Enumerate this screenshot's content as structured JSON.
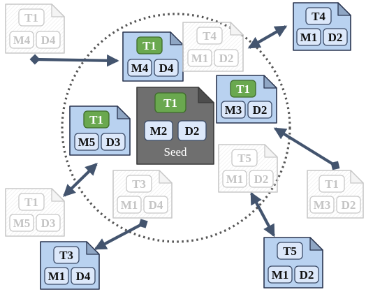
{
  "colors": {
    "doc_blue": "#b9d2f0",
    "doc_blue_stroke": "#2a3550",
    "chip_blue": "#dce8fa",
    "topic_green": "#6aa84f",
    "seed_gray": "#6f6f6f",
    "faded_stroke": "#c8c8c8",
    "arrow": "#43546e",
    "circle": "#555555"
  },
  "documents": [
    {
      "id": "faded-t1-m4-d4",
      "style": "faded",
      "topic": "T1",
      "m": "M4",
      "d": "D4"
    },
    {
      "id": "active-t1-m4-d4",
      "style": "active",
      "topic": "T1",
      "m": "M4",
      "d": "D4"
    },
    {
      "id": "faded-t4-m1-d2",
      "style": "faded",
      "topic": "T4",
      "m": "M1",
      "d": "D2"
    },
    {
      "id": "remote-t4-m1-d2",
      "style": "remote",
      "topic": "T4",
      "m": "M1",
      "d": "D2"
    },
    {
      "id": "seed",
      "style": "seed",
      "topic": "T1",
      "m": "M2",
      "d": "D2",
      "caption": "Seed"
    },
    {
      "id": "active-t1-m3-d2",
      "style": "active",
      "topic": "T1",
      "m": "M3",
      "d": "D2"
    },
    {
      "id": "active-t1-m5-d3",
      "style": "active",
      "topic": "T1",
      "m": "M5",
      "d": "D3"
    },
    {
      "id": "faded-t5-m1-d2",
      "style": "faded",
      "topic": "T5",
      "m": "M1",
      "d": "D2"
    },
    {
      "id": "faded-t1-m3-d2",
      "style": "faded",
      "topic": "T1",
      "m": "M3",
      "d": "D2"
    },
    {
      "id": "faded-t3-m1-d4",
      "style": "faded",
      "topic": "T3",
      "m": "M1",
      "d": "D4"
    },
    {
      "id": "faded-t1-m5-d3",
      "style": "faded",
      "topic": "T1",
      "m": "M5",
      "d": "D3"
    },
    {
      "id": "remote-t3-m1-d4",
      "style": "remote",
      "topic": "T3",
      "m": "M1",
      "d": "D4"
    },
    {
      "id": "remote-t5-m1-d2",
      "style": "remote",
      "topic": "T5",
      "m": "M1",
      "d": "D2"
    }
  ]
}
